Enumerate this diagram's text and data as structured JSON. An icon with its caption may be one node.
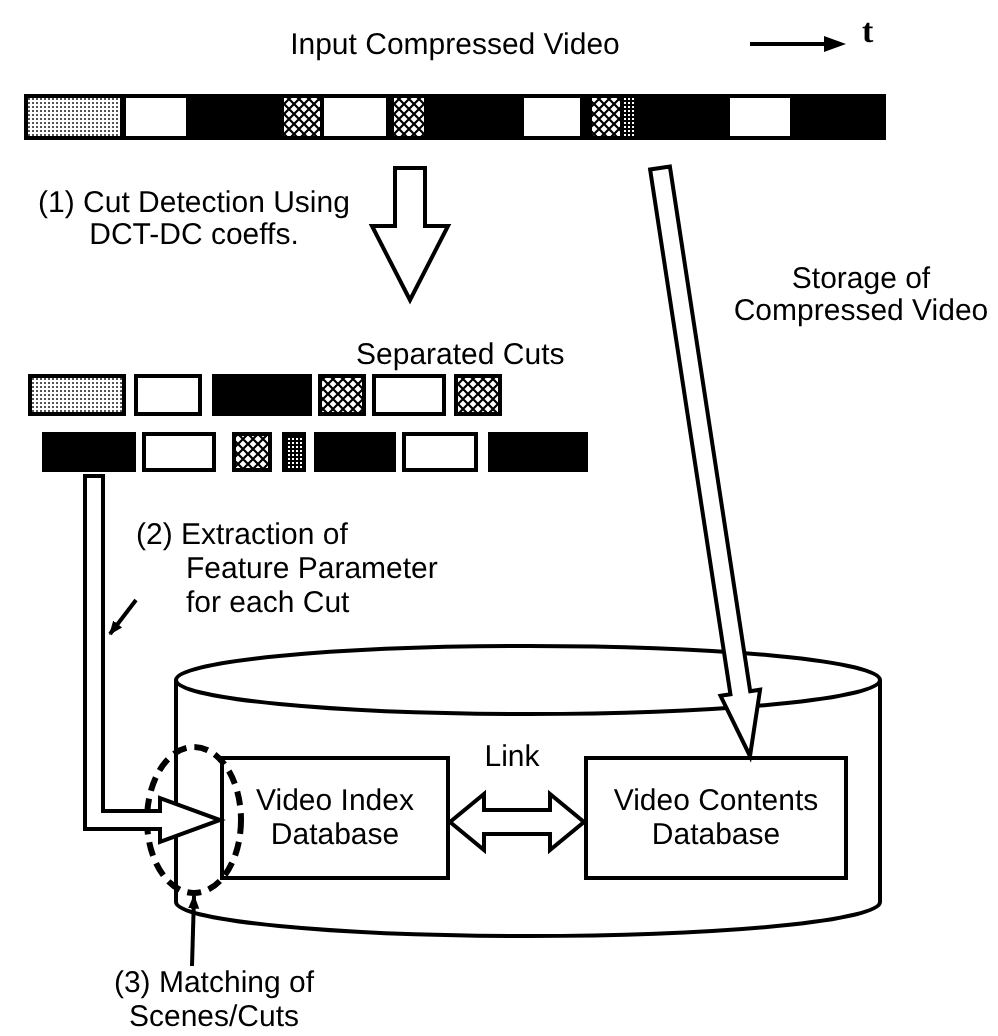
{
  "diagram": {
    "nodes": [
      {
        "text": [
          "Input Compressed Video"
        ]
      },
      {
        "text": [
          "Separated Cuts"
        ]
      },
      {
        "text": [],
        "shape": "cylinder"
      },
      {
        "text": [
          "Video Index Database"
        ],
        "in": 2
      },
      {
        "text": [
          "Video Contents Database"
        ],
        "in": 2
      },
      {
        "text": [
          "(2) Extraction of Feature Parameter for each Cut"
        ]
      },
      {
        "text": [
          "(3) Matching of Scenes/Cuts"
        ]
      },
      {
        "text": [],
        "shape": "circle"
      }
    ],
    "edges": [
      {
        "from": 0,
        "to": 1,
        "arrow": "to",
        "label": "(1) Cut Detection Using DCT-DC coeffs."
      },
      {
        "from": 0,
        "to": 4,
        "arrow": "to",
        "label": "Storage of Compressed Video"
      },
      {
        "from": 1,
        "to": 3,
        "arrow": "to"
      },
      {
        "from": 3,
        "to": 4,
        "arrow": "both",
        "label": "Link"
      },
      {
        "from": 5,
        "to": null,
        "arrow": "to"
      },
      {
        "from": 6,
        "to": 7,
        "arrow": "to"
      }
    ],
    "labels": [
      "t"
    ]
  }
}
